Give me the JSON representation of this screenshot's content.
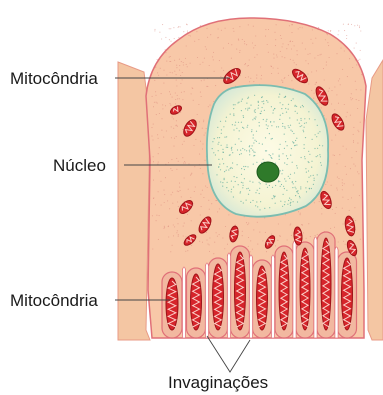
{
  "labels": {
    "mitochondria_top": "Mitocôndria",
    "nucleus": "Núcleo",
    "mitochondria_bottom": "Mitocôndria",
    "invaginations": "Invaginações"
  },
  "colors": {
    "cytoplasm": "#f8c9a9",
    "membrane": "#e0707a",
    "nucleus_fill": "#fbf8d8",
    "nucleus_border": "#6ab6aa",
    "nucleolus": "#2f7a2a",
    "mitochondria": "#d7262c",
    "neighbor_cell": "#f4c7a4"
  }
}
